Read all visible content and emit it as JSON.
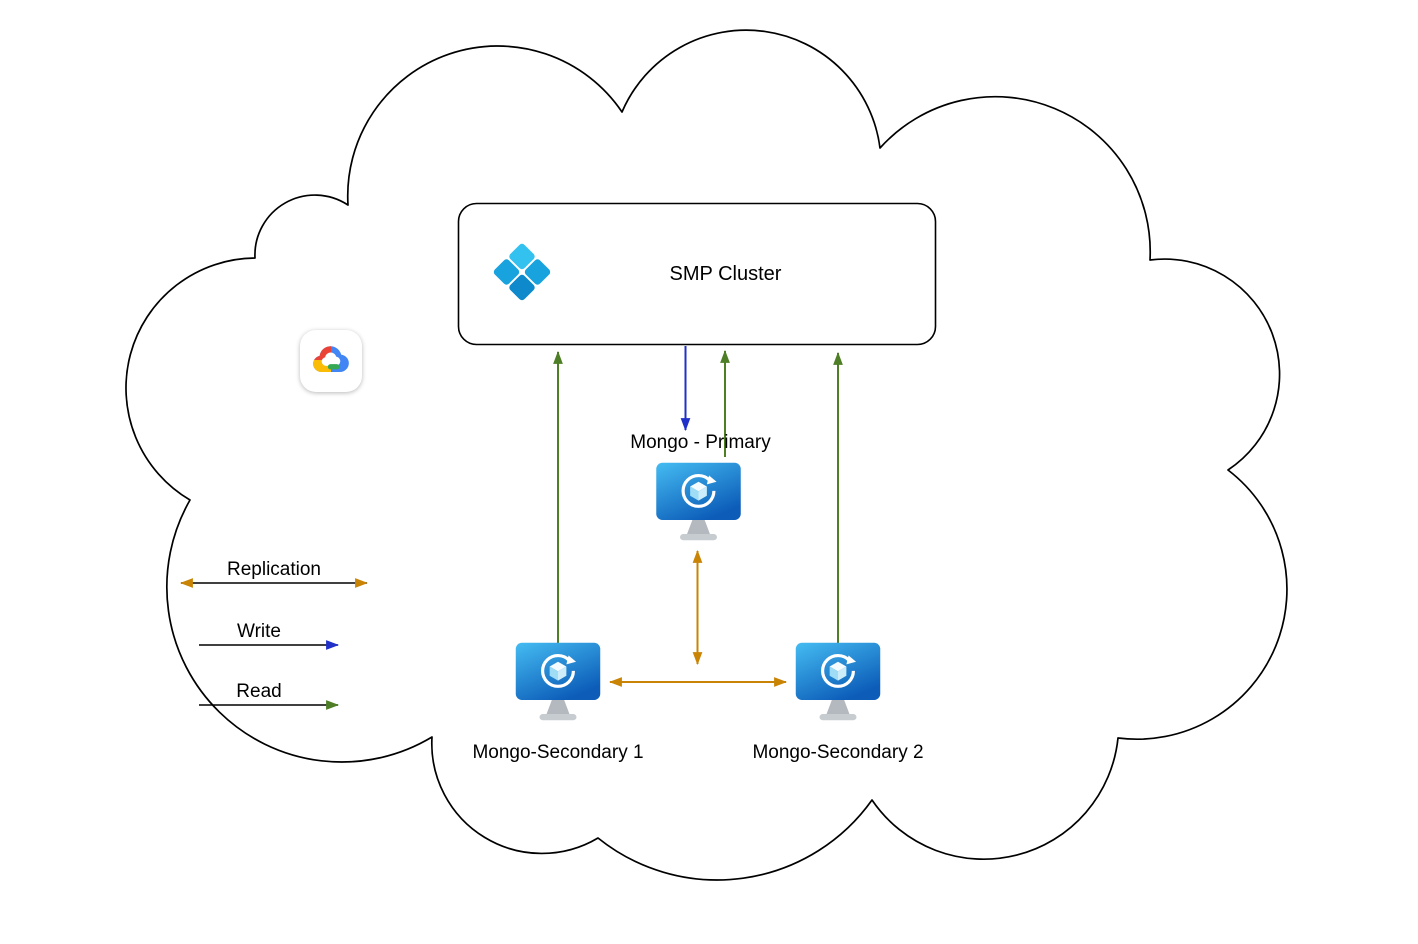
{
  "cluster": {
    "label": "SMP Cluster"
  },
  "nodes": {
    "primary": {
      "label": "Mongo - Primary"
    },
    "secondary1": {
      "label": "Mongo-Secondary 1"
    },
    "secondary2": {
      "label": "Mongo-Secondary 2"
    }
  },
  "legend": {
    "replication": {
      "label": "Replication"
    },
    "write": {
      "label": "Write"
    },
    "read": {
      "label": "Read"
    }
  },
  "colors": {
    "outline": "#000000",
    "legend_line": "#000000",
    "replication": "#C98406",
    "write": "#2030C8",
    "read": "#4E7E25",
    "cluster_icon_top": "#33C1F0",
    "cluster_icon_side": "#18A3DE",
    "cluster_icon_bottom": "#0D89CC",
    "node_top": "#45BCF2",
    "node_bottom": "#0C5CB8",
    "node_stand": "#B3B9BF",
    "gcp_blue": "#4285F4",
    "gcp_red": "#EA4335",
    "gcp_yellow": "#FBBC05",
    "gcp_green": "#34A853"
  },
  "icons": {
    "cluster": "smp-cluster-diamond-icon",
    "provider": "google-cloud-icon",
    "node": "vm-monitor-icon"
  }
}
